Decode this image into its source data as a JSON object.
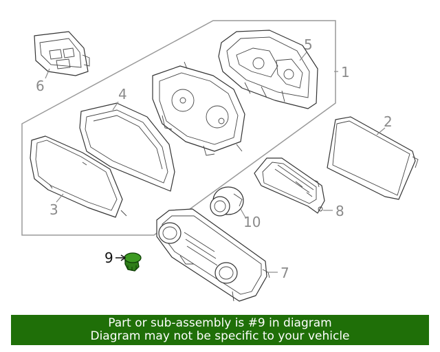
{
  "callouts": {
    "c1": "1",
    "c2": "2",
    "c3": "3",
    "c4": "4",
    "c5": "5",
    "c6": "6",
    "c7": "7",
    "c8": "8",
    "c9": "9",
    "c10": "10"
  },
  "highlight_color": "#2e7d18",
  "banner": {
    "line1": "Part or sub-assembly is #9 in diagram",
    "line2": "Diagram may not be specific to your vehicle",
    "color": "#1f6f08"
  }
}
